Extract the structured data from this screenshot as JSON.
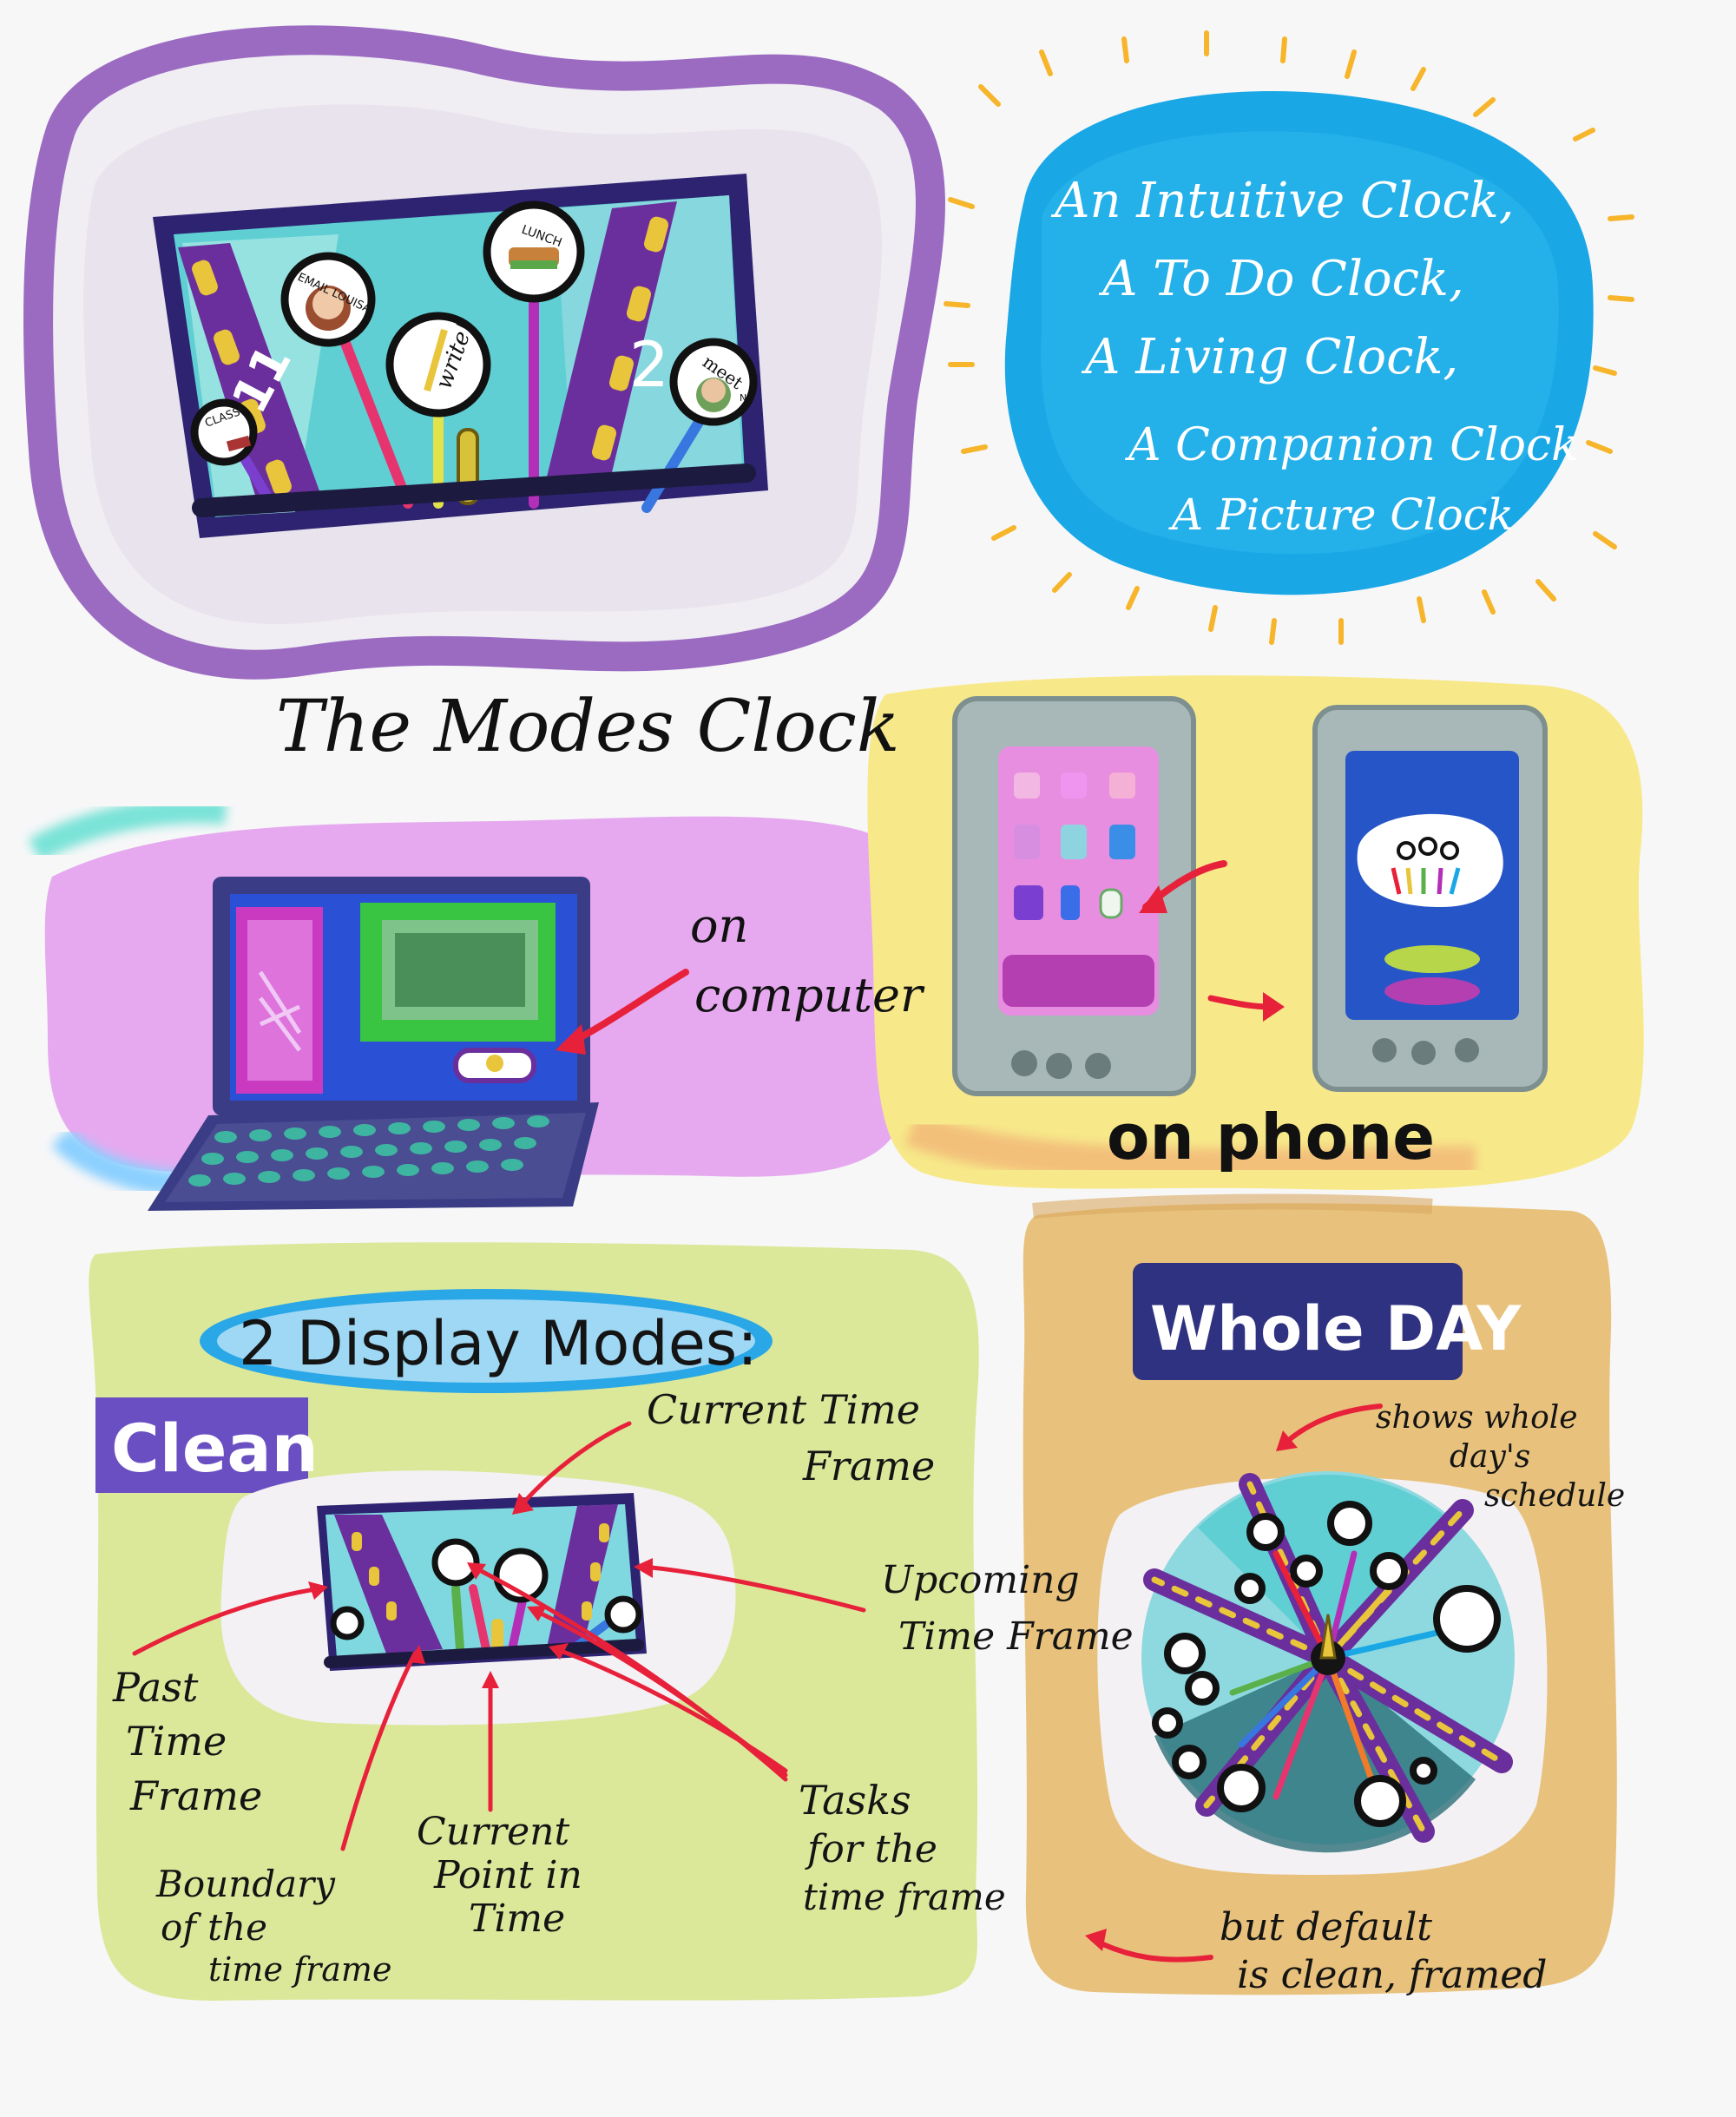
{
  "panels": {
    "modes_clock": {
      "title": "The Modes Clock",
      "bubbles": {
        "class": "CLASS",
        "email": "EMAIL LOUISA",
        "write": "write!",
        "lunch": "LUNCH",
        "meet": "meet",
        "meet_sub": "N"
      },
      "hours": {
        "left": "11",
        "right": "2"
      }
    },
    "tagline": {
      "lines": [
        "An Intuitive Clock,",
        "A To Do Clock,",
        "A Living Clock,",
        "A Companion Clock",
        "A Picture Clock"
      ]
    },
    "computer": {
      "label_line1": "on",
      "label_line2": "computer"
    },
    "phone": {
      "label": "on phone"
    },
    "display_modes": {
      "title": "2 Display Modes:",
      "clean_badge": "Clean",
      "annotations": {
        "current_time_frame": [
          "Current Time",
          "Frame"
        ],
        "upcoming_time_frame": [
          "Upcoming",
          "Time Frame"
        ],
        "past_time_frame": [
          "Past",
          "Time",
          "Frame"
        ],
        "boundary": [
          "Boundary",
          "of the",
          "time frame"
        ],
        "current_point": [
          "Current",
          "Point in",
          "Time"
        ],
        "tasks": [
          "Tasks",
          "for the",
          "time frame"
        ]
      }
    },
    "whole_day": {
      "badge": "Whole DAY",
      "note": [
        "shows whole",
        "day's",
        "schedule"
      ],
      "footer": [
        "but default",
        "is clean, framed"
      ]
    }
  },
  "colors": {
    "accent_purple": "#6a2f9c",
    "teal_screen": "#4fc7cf",
    "sky_blue": "#1aa7e6",
    "sun_rays": "#f6b52a",
    "arrow_red": "#e8213b",
    "lime_panel": "#dbe89a",
    "tan_panel": "#e8c27c",
    "violet_panel": "#e6a9ef",
    "yellow_panel": "#f7e98a"
  }
}
